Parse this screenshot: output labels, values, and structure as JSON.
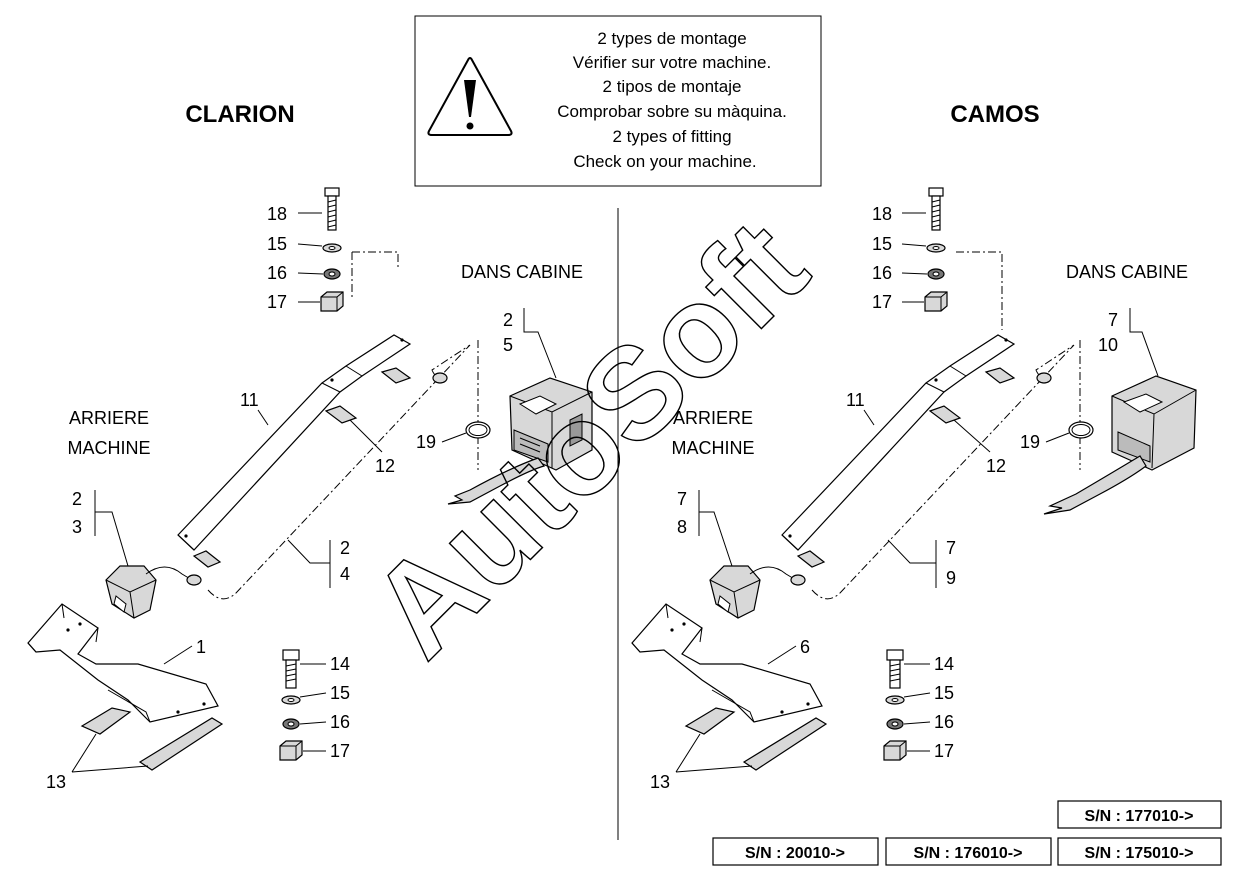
{
  "titles": {
    "left": "CLARION",
    "right": "CAMOS"
  },
  "warning": {
    "lines": [
      "2 types de montage",
      "Vérifier sur votre machine.",
      "2 tipos de montaje",
      "Comprobar sobre su màquina.",
      "2 types of fitting",
      "Check on your machine."
    ]
  },
  "locations": {
    "cab": "DANS CABINE",
    "rear_line1": "ARRIERE",
    "rear_line2": "MACHINE"
  },
  "left": {
    "bolt_top": {
      "n18": "18",
      "n15": "15",
      "n16": "16",
      "n17": "17"
    },
    "bolt_bottom": {
      "n14": "14",
      "n15": "15",
      "n16": "16",
      "n17": "17"
    },
    "monitor": {
      "a": "2",
      "b": "5"
    },
    "sensor": {
      "a": "2",
      "b": "3"
    },
    "cable": {
      "a": "2",
      "b": "4"
    },
    "arm": "11",
    "clip": "12",
    "ring": "19",
    "bracket": "1",
    "rails": "13"
  },
  "right": {
    "bolt_top": {
      "n18": "18",
      "n15": "15",
      "n16": "16",
      "n17": "17"
    },
    "bolt_bottom": {
      "n14": "14",
      "n15": "15",
      "n16": "16",
      "n17": "17"
    },
    "monitor": {
      "a": "7",
      "b": "10"
    },
    "sensor": {
      "a": "7",
      "b": "8"
    },
    "cable": {
      "a": "7",
      "b": "9"
    },
    "arm": "11",
    "clip": "12",
    "ring": "19",
    "bracket": "6",
    "rails": "13"
  },
  "serials": {
    "s177": "S/N : 177010->",
    "s20": "S/N :  20010->",
    "s176": "S/N : 176010->",
    "s175": "S/N : 175010->"
  },
  "watermark": "AutoSoft"
}
